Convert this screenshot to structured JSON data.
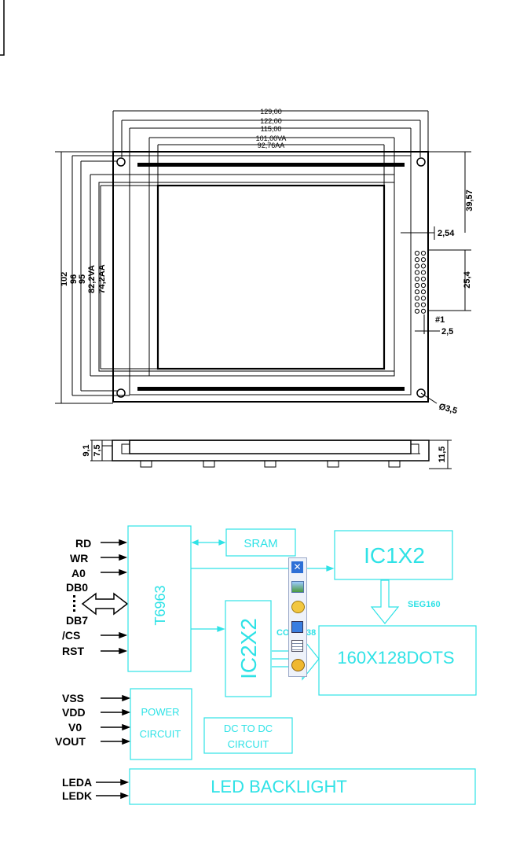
{
  "dimensions": {
    "w129": "129,00",
    "w122": "122,00",
    "w115": "115,00",
    "w101": "101,00VA",
    "w92": "92,76AA",
    "h102": "102",
    "h96": "96",
    "h95": "95",
    "h82": "82,2VA",
    "h74": "74,2AA",
    "d39": "39,57",
    "d254": "2,54",
    "d254b": "25,4",
    "pin1": "#1",
    "d25": "2,5",
    "hole": "Ø3,5",
    "t91": "9,1",
    "t75": "7,5",
    "t115": "11,5"
  },
  "block": {
    "signals": [
      "RD",
      "WR",
      "A0",
      "DB0",
      "DB7",
      "/CS",
      "RST"
    ],
    "power_signals": [
      "VSS",
      "VDD",
      "V0",
      "VOUT"
    ],
    "led_signals": [
      "LEDA",
      "LEDK"
    ],
    "controller": "T6963",
    "sram": "SRAM",
    "ic1": "IC1X2",
    "ic2": "IC2X2",
    "seg": "SEG160",
    "com_partial": "CO",
    "com_partial2": "38",
    "panel": "160X128DOTS",
    "power1": "POWER",
    "power2": "CIRCUIT",
    "dc1": "DC TO DC",
    "dc2": "CIRCUIT",
    "led": "LED  BACKLIGHT"
  },
  "toolbar_icons": [
    "pin-icon",
    "picture-icon",
    "palette-icon",
    "window-icon",
    "list-icon",
    "paint-icon"
  ]
}
